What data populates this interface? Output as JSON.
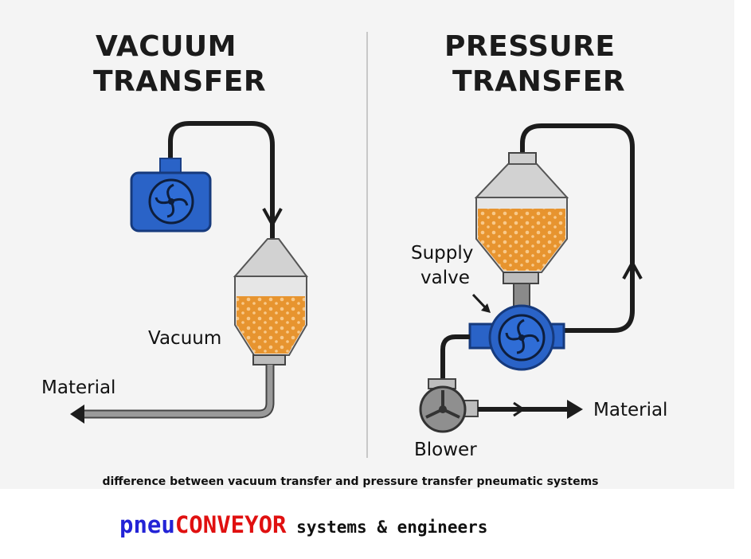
{
  "vacuum": {
    "title_line1": "VACUUM",
    "title_line2": "TRANSFER",
    "label_vacuum": "Vacuum",
    "label_material": "Material"
  },
  "pressure": {
    "title_line1": "PRESSURE",
    "title_line2": "TRANSFER",
    "label_supply_line1": "Supply",
    "label_supply_line2": "valve",
    "label_blower": "Blower",
    "label_material": "Material"
  },
  "caption": "difference between vacuum transfer and pressure transfer pneumatic systems",
  "brand": {
    "part1": "pneu",
    "part2": "CONVEYOR",
    "part3": " systems & engineers"
  },
  "colors": {
    "pump_blue": "#2a63c7",
    "material_orange": "#e7942f",
    "pipe_dark": "#1c1c1c",
    "pipe_gray": "#8a8a8a",
    "brand_blue": "#2323d6",
    "brand_red": "#e01010"
  },
  "icons": [
    "fan-icon",
    "arrow-icon"
  ]
}
